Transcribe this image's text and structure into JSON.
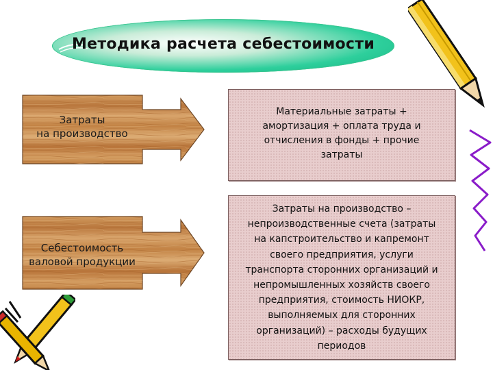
{
  "title": "Методика расчета себестоимости",
  "left_boxes": [
    {
      "lines": [
        "Затраты",
        "на производство"
      ]
    },
    {
      "lines": [
        "Себестоимость",
        "валовой продукции"
      ]
    }
  ],
  "right_boxes": [
    {
      "lines": [
        "Материальные затраты +",
        "амортизация + оплата труда и",
        "отчисления в фонды + прочие",
        "затраты"
      ]
    },
    {
      "lines": [
        "Затраты на производство –",
        "непроизводственные счета (затраты",
        "на капстроительство и капремонт",
        "своего предприятия, услуги",
        "транспорта сторонних организаций и",
        "непромышленных хозяйств своего",
        "предприятия, стоимость НИОКР,",
        "выполняемых для сторонних",
        "организаций) – расходы будущих",
        "периодов"
      ]
    }
  ],
  "decor": [
    "pencil-top-right-icon",
    "pencils-bottom-left-icon",
    "scribble-right-icon"
  ],
  "colors": {
    "ellipse": "#2ecf9c",
    "wood": "#c98b4f",
    "pink": "#e8cdcd",
    "pencil": "#f2c21b"
  }
}
